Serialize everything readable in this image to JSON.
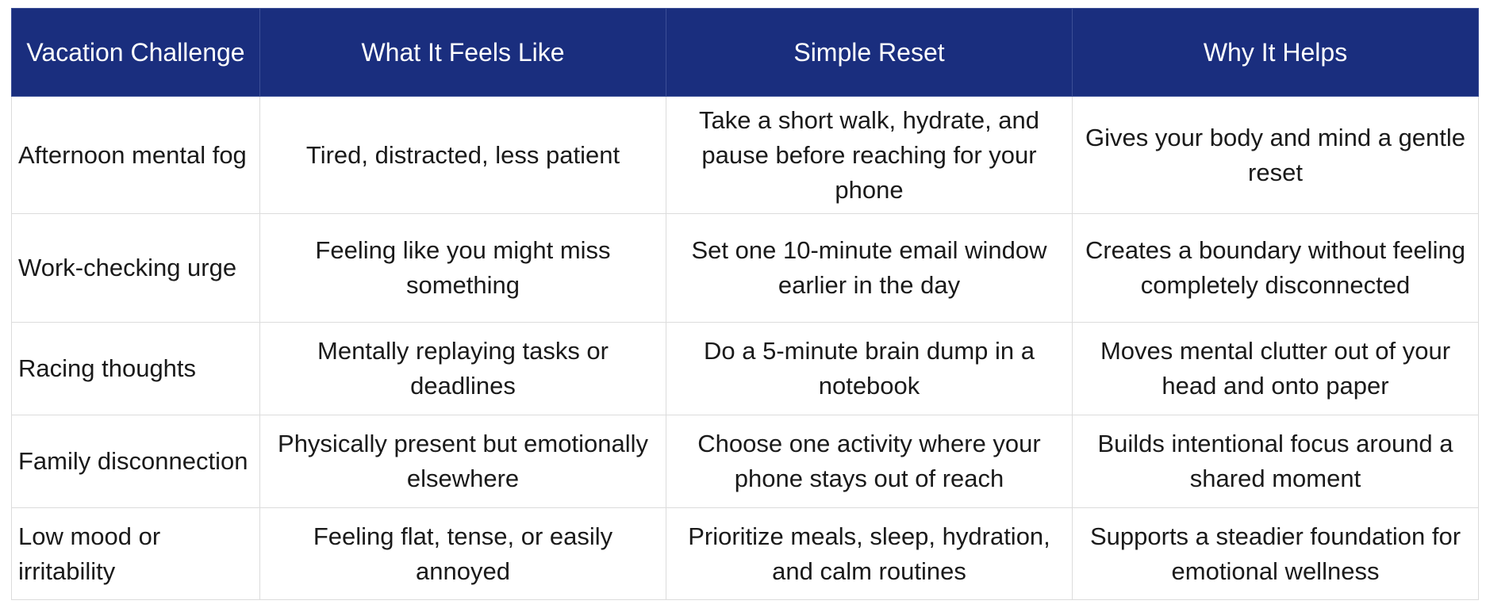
{
  "table": {
    "headers": [
      "Vacation Challenge",
      "What It Feels Like",
      "Simple Reset",
      "Why It Helps"
    ],
    "rows": [
      [
        "Afternoon mental fog",
        "Tired, distracted, less patient",
        "Take a short walk, hydrate, and pause before reaching for your phone",
        "Gives your body and mind a gentle reset"
      ],
      [
        "Work-checking urge",
        "Feeling like you might miss something",
        "Set one 10-minute email window earlier in the day",
        "Creates a boundary without feeling completely disconnected"
      ],
      [
        "Racing thoughts",
        "Mentally replaying tasks or deadlines",
        "Do a 5-minute brain dump in a notebook",
        "Moves mental clutter out of your head and onto paper"
      ],
      [
        "Family disconnection",
        "Physically present but emotionally elsewhere",
        "Choose one activity where your phone stays out of reach",
        "Builds intentional focus around a shared moment"
      ],
      [
        "Low mood or irritability",
        "Feeling flat, tense, or easily annoyed",
        "Prioritize meals, sleep, hydration, and calm routines",
        "Supports a steadier foundation for emotional wellness"
      ]
    ]
  },
  "colors": {
    "header_bg": "#1a2e7e",
    "header_text": "#ffffff",
    "grid_line": "#dcdcdc"
  }
}
